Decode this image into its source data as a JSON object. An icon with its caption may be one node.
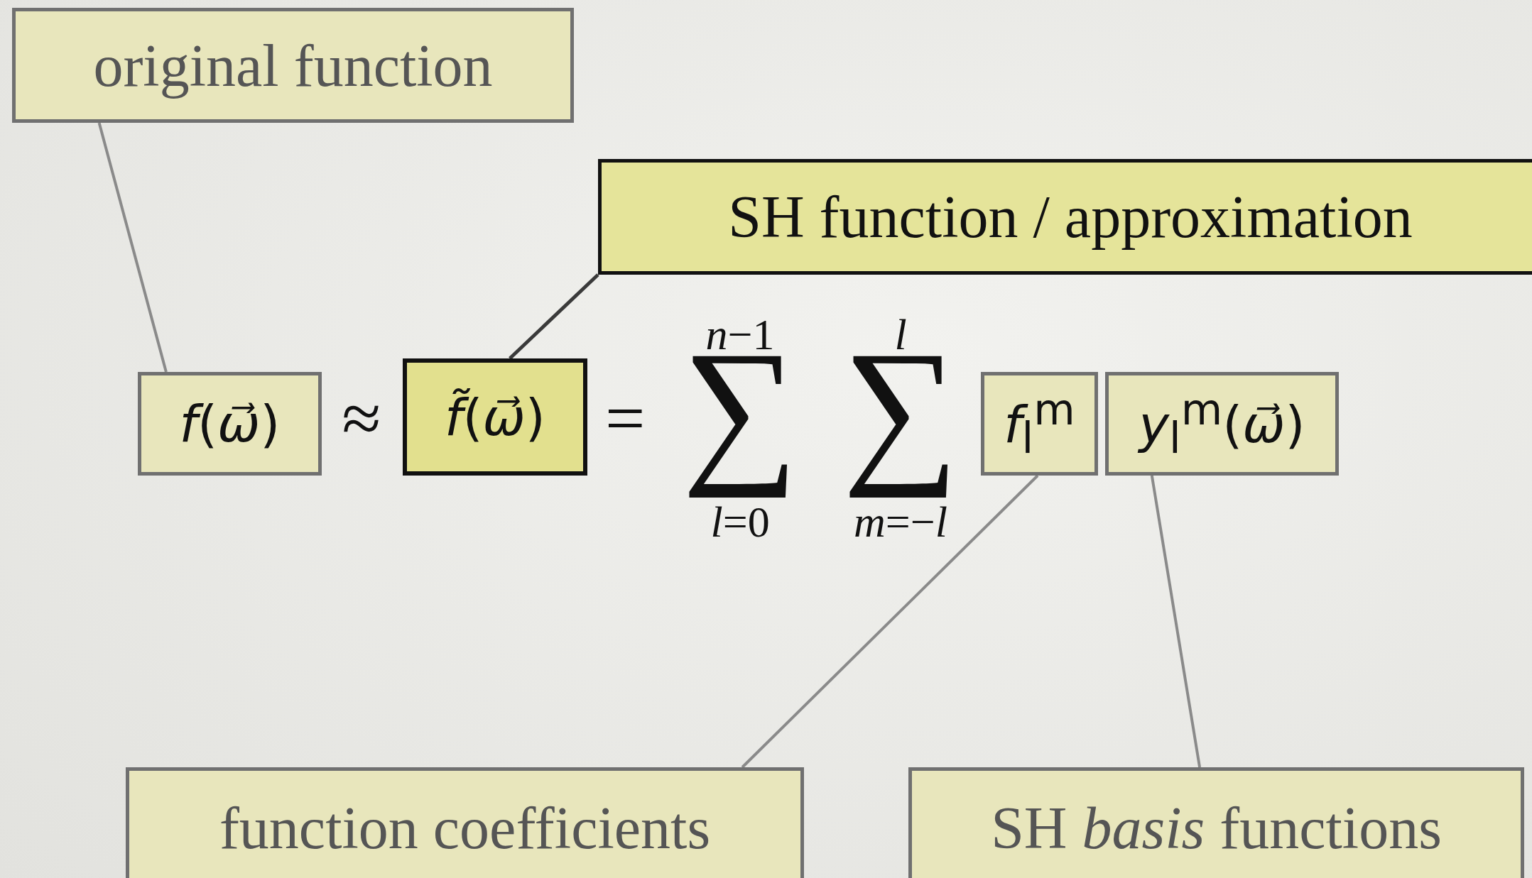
{
  "diagram": {
    "nodes": [
      {
        "text": [
          "original function"
        ]
      },
      {
        "text": [
          "SH function / approximation"
        ]
      },
      {
        "text": [
          "*f*(*ω⃗*)"
        ]
      },
      {
        "text": [
          "*f̃*(*ω⃗*)"
        ]
      },
      {
        "text": [
          "*f*$_{l}$$^{m}$"
        ]
      },
      {
        "text": [
          "*y*$_{l}$$^{m}$(*ω⃗*)"
        ]
      },
      {
        "text": [
          "function coefficients"
        ]
      },
      {
        "text": [
          "SH *basis* functions"
        ]
      }
    ],
    "edges": [
      {
        "from": 0,
        "to": 2,
        "arrow": "none"
      },
      {
        "from": 1,
        "to": 3,
        "arrow": "none",
        "color": "#3a3a3a"
      },
      {
        "from": 6,
        "to": 4,
        "arrow": "none"
      },
      {
        "from": 7,
        "to": 5,
        "arrow": "none"
      }
    ],
    "labels": [
      "≈",
      "=",
      "*n*−1",
      "∑",
      "*l*=0",
      "*l*",
      "∑",
      "*m*=−*l*"
    ]
  }
}
